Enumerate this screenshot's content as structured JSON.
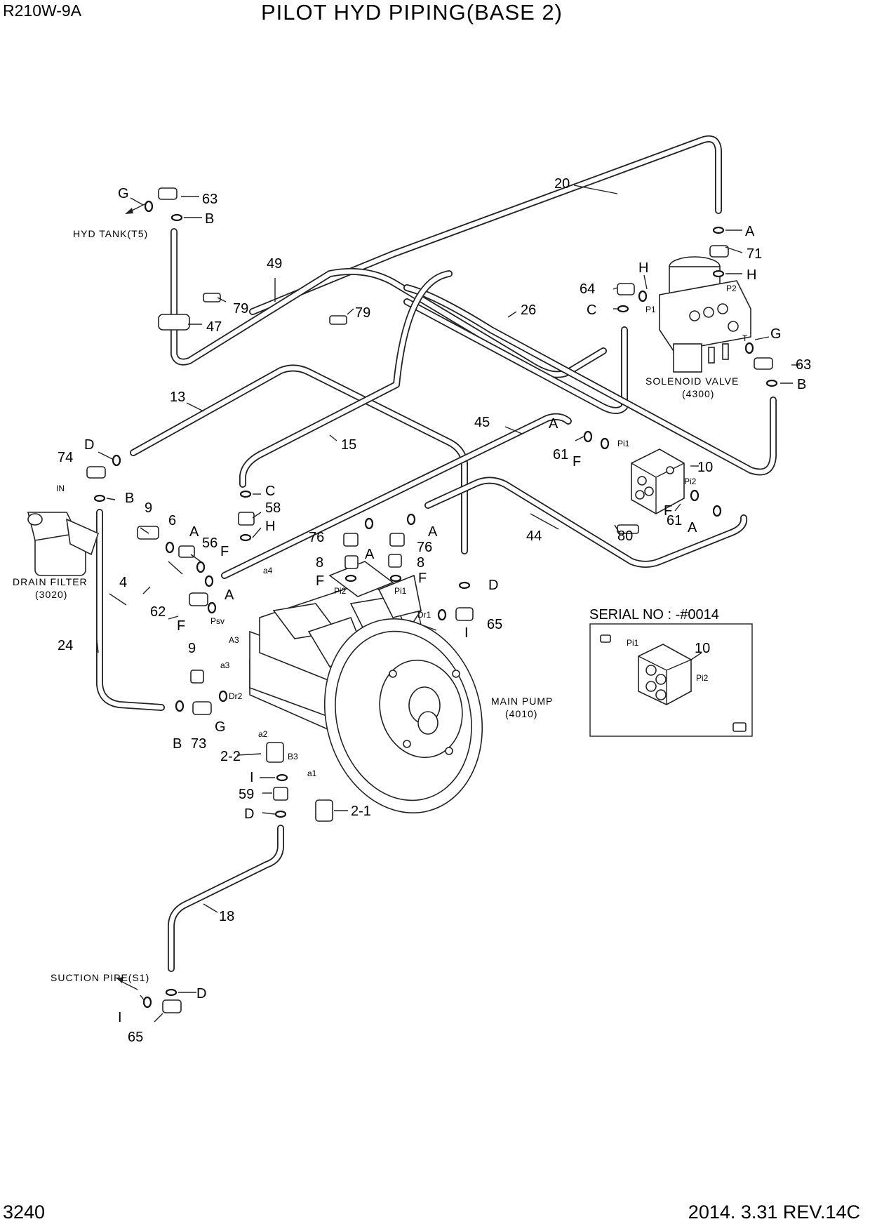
{
  "header": {
    "model": "R210W-9A",
    "title": "PILOT HYD PIPING(BASE 2)"
  },
  "footer": {
    "page": "3240",
    "revision": "2014. 3.31  REV.14C"
  },
  "captions": {
    "hyd_tank": "HYD TANK(T5)",
    "solenoid_valve": "SOLENOID VALVE",
    "solenoid_valve_code": "(4300)",
    "drain_filter": "DRAIN FILTER",
    "drain_filter_code": "(3020)",
    "main_pump": "MAIN PUMP",
    "main_pump_code": "(4010)",
    "suction_pipe": "SUCTION PIPE(S1)",
    "serial_box_title": "SERIAL NO : -#0014",
    "in_label": "IN"
  },
  "port_labels": {
    "p1": "P1",
    "p2": "P2",
    "t": "T",
    "pi1": "Pi1",
    "pi2": "Pi2",
    "psv": "Psv",
    "a3_upper": "A3",
    "a4": "a4",
    "a3": "a3",
    "dr1": "Dr1",
    "dr2": "Dr2",
    "a2": "a2",
    "b3": "B3",
    "a1": "a1"
  },
  "callouts": {
    "g_top": "G",
    "n63_top": "63",
    "b_top": "B",
    "n49": "49",
    "n79a": "79",
    "n79b": "79",
    "n47": "47",
    "n20": "20",
    "a_71": "A",
    "n71": "71",
    "h_71": "H",
    "h_64": "H",
    "n64": "64",
    "c_64": "C",
    "n26": "26",
    "g_sol": "G",
    "n63_sol": "63",
    "b_sol": "B",
    "n13": "13",
    "n15": "15",
    "n45": "45",
    "d_74": "D",
    "n74": "74",
    "b_74": "B",
    "c_58": "C",
    "n58": "58",
    "h_58": "H",
    "a_61": "A",
    "n61a": "61",
    "f_61": "F",
    "n10": "10",
    "f_61b": "F",
    "n61b": "61",
    "a_61b": "A",
    "n80": "80",
    "n44": "44",
    "n9a": "9",
    "n6": "6",
    "a_56": "A",
    "n56": "56",
    "f_56": "F",
    "n4": "4",
    "n76a": "76",
    "a_76a": "A",
    "a_76b": "A",
    "n76b": "76",
    "n8a": "8",
    "n8b": "8",
    "f_8a": "F",
    "f_8b": "F",
    "d_65": "D",
    "n65": "65",
    "i_65": "I",
    "a_62": "A",
    "n62": "62",
    "f_62": "F",
    "n24": "24",
    "n9b": "9",
    "b_73": "B",
    "n73": "73",
    "g_73": "G",
    "n2_2": "2-2",
    "i_59": "I",
    "n59": "59",
    "d_59": "D",
    "n2_1": "2-1",
    "n18": "18",
    "i_65b": "I",
    "d_65b": "D",
    "n65b": "65",
    "n10_serial": "10"
  }
}
